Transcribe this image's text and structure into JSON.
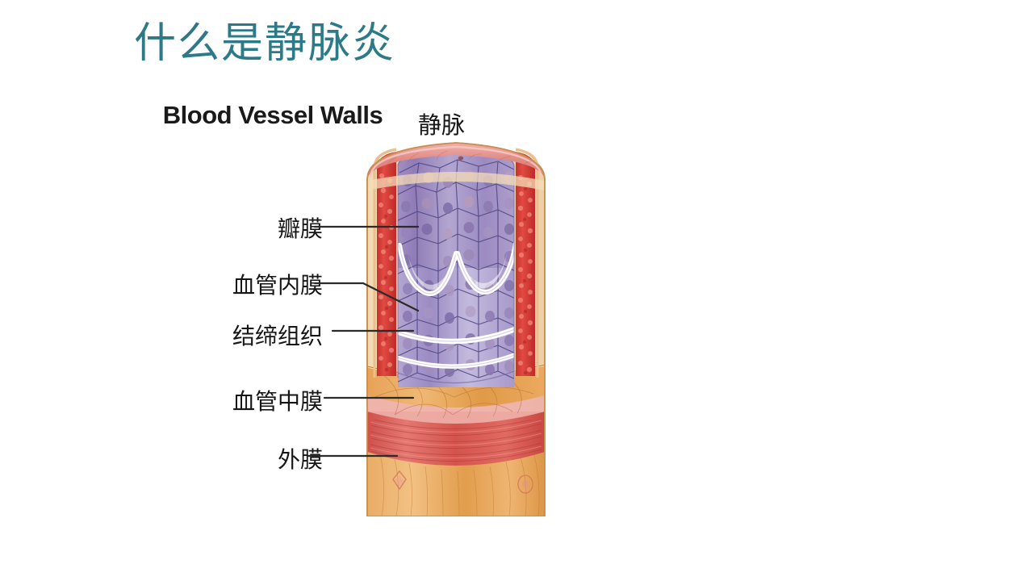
{
  "slide": {
    "title": "什么是静脉炎",
    "title_color": "#2c7a88",
    "background_color": "#ffffff"
  },
  "diagram": {
    "heading": "Blood Vessel Walls",
    "heading_color": "#1a1a1a",
    "vein_label": "静脉",
    "labels": [
      {
        "id": "valve",
        "text": "瓣膜",
        "meaning": "valve"
      },
      {
        "id": "intima",
        "text": "血管内膜",
        "meaning": "tunica intima"
      },
      {
        "id": "connective",
        "text": "结缔组织",
        "meaning": "connective tissue"
      },
      {
        "id": "media",
        "text": "血管中膜",
        "meaning": "tunica media"
      },
      {
        "id": "adventitia",
        "text": "外膜",
        "meaning": "tunica adventitia"
      }
    ],
    "colors": {
      "endothelium_purple": "#8e7fb8",
      "endothelium_light": "#d8d4ec",
      "valve_white": "#ffffff",
      "blood_red": "#d8322f",
      "muscle_red": "#d95b55",
      "connective_tan": "#e8a44f",
      "adventitia_tan": "#e0a055",
      "outline_brown": "#9c5f28",
      "leader_line": "#2b2b2b"
    }
  }
}
